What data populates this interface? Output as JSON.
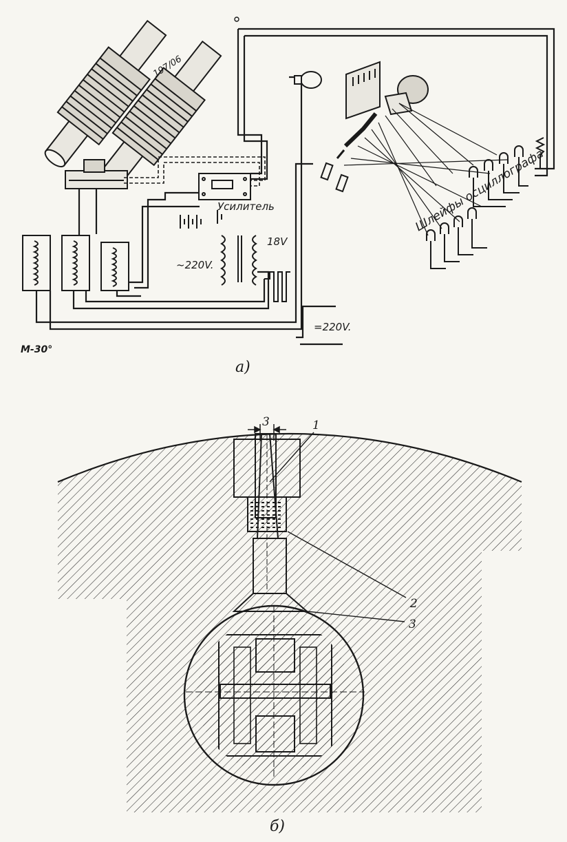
{
  "figure_a": {
    "caption": "а)",
    "plate_mark": "М-30°",
    "amplifier_label": "Усилитель",
    "ac_supply_label": "~220V.",
    "transformer_secondary_label": "18V",
    "dc_supply_label": "=220V.",
    "loops_label": "Шлейфы осциллографа",
    "rotor_marking": "197/06"
  },
  "figure_b": {
    "caption": "б)",
    "gap_label": "3",
    "callouts": [
      "1",
      "2",
      "3"
    ]
  }
}
